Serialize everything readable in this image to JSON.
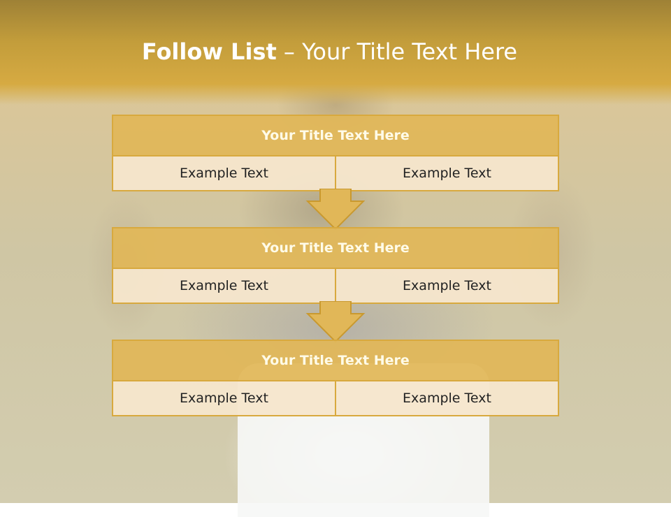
{
  "slide": {
    "title_bold": "Follow List",
    "title_rest": " – Your Title Text Here"
  },
  "steps": [
    {
      "heading": "Your Title Text Here",
      "left": "Example Text",
      "right": "Example Text"
    },
    {
      "heading": "Your Title Text Here",
      "left": "Example Text",
      "right": "Example Text"
    },
    {
      "heading": "Your Title Text Here",
      "left": "Example Text",
      "right": "Example Text"
    }
  ],
  "colors": {
    "accent": "#d8a93e",
    "box_header": "#e1b758",
    "box_cell": "#f6e6cc"
  }
}
